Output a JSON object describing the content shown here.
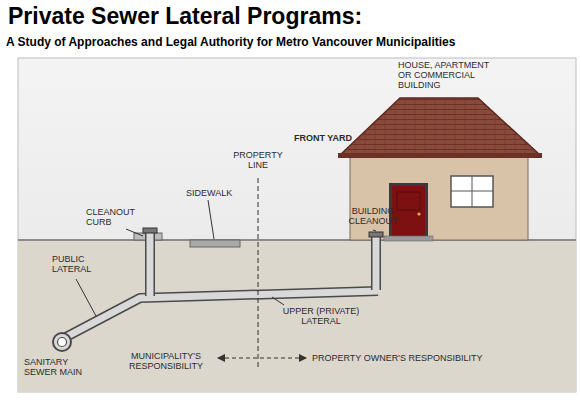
{
  "diagram": {
    "title": "Private Sewer Lateral Programs:",
    "labels": [
      "A Study of Approaches and Legal Authority for Metro Vancouver Municipalities",
      "HOUSE, APARTMENT OR COMMERCIAL BUILDING",
      "FRONT YARD",
      "PROPERTY LINE",
      "SIDEWALK",
      "CLEANOUT CURB",
      "BUILDING CLEANOUT",
      "PUBLIC LATERAL",
      "UPPER (PRIVATE) LATERAL",
      "SANITARY SEWER MAIN",
      "MUNICIPALITY'S RESPONSIBILITY",
      "PROPERTY OWNER'S RESPONSIBILITY"
    ]
  }
}
